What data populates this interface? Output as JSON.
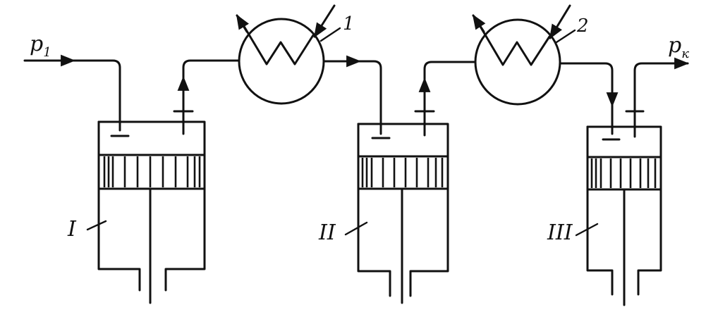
{
  "inlet": {
    "symbol": "p",
    "sub": "1"
  },
  "outlet": {
    "symbol": "p",
    "sub": "к"
  },
  "coolers": [
    {
      "label": "1"
    },
    {
      "label": "2"
    }
  ],
  "cylinders": [
    {
      "label": "I"
    },
    {
      "label": "II"
    },
    {
      "label": "III"
    }
  ]
}
